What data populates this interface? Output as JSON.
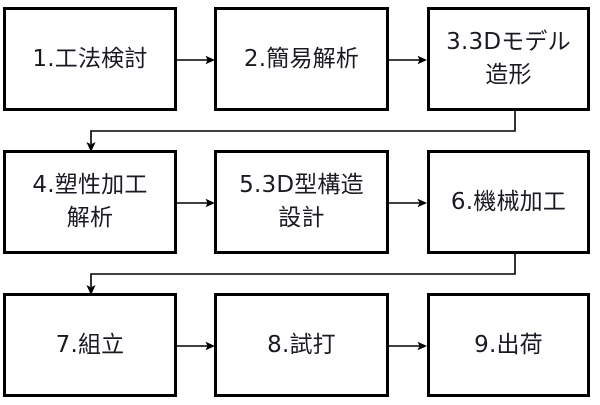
{
  "diagram": {
    "title": "manufacturing-process-flowchart",
    "orientation": "serpentine-left-to-right",
    "background_color": "#ffffff",
    "line_color": "#000000",
    "text_color": "#1a1a22",
    "nodes": [
      {
        "id": "step-1",
        "number": "1",
        "label": "1.工法検討",
        "row": 1,
        "col": 1
      },
      {
        "id": "step-2",
        "number": "2",
        "label": "2.簡易解析",
        "row": 1,
        "col": 2
      },
      {
        "id": "step-3",
        "number": "3",
        "label": "3.3Dモデル\n造形",
        "row": 1,
        "col": 3
      },
      {
        "id": "step-4",
        "number": "4",
        "label": "4.塑性加工\n解析",
        "row": 2,
        "col": 1
      },
      {
        "id": "step-5",
        "number": "5",
        "label": "5.3D型構造\n設計",
        "row": 2,
        "col": 2
      },
      {
        "id": "step-6",
        "number": "6",
        "label": "6.機械加工",
        "row": 2,
        "col": 3
      },
      {
        "id": "step-7",
        "number": "7",
        "label": "7.組立",
        "row": 3,
        "col": 1
      },
      {
        "id": "step-8",
        "number": "8",
        "label": "8.試打",
        "row": 3,
        "col": 2
      },
      {
        "id": "step-9",
        "number": "9",
        "label": "9.出荷",
        "row": 3,
        "col": 3
      }
    ],
    "connectors": [
      {
        "id": "edge-1-2",
        "from": "step-1",
        "to": "step-2",
        "kind": "arrow-right"
      },
      {
        "id": "edge-2-3",
        "from": "step-2",
        "to": "step-3",
        "kind": "arrow-right"
      },
      {
        "id": "edge-3-4",
        "from": "step-3",
        "to": "step-4",
        "kind": "wrap-down-left"
      },
      {
        "id": "edge-4-5",
        "from": "step-4",
        "to": "step-5",
        "kind": "arrow-right"
      },
      {
        "id": "edge-5-6",
        "from": "step-5",
        "to": "step-6",
        "kind": "arrow-right"
      },
      {
        "id": "edge-6-7",
        "from": "step-6",
        "to": "step-7",
        "kind": "wrap-down-left"
      },
      {
        "id": "edge-7-8",
        "from": "step-7",
        "to": "step-8",
        "kind": "arrow-right"
      },
      {
        "id": "edge-8-9",
        "from": "step-8",
        "to": "step-9",
        "kind": "arrow-right"
      }
    ]
  }
}
